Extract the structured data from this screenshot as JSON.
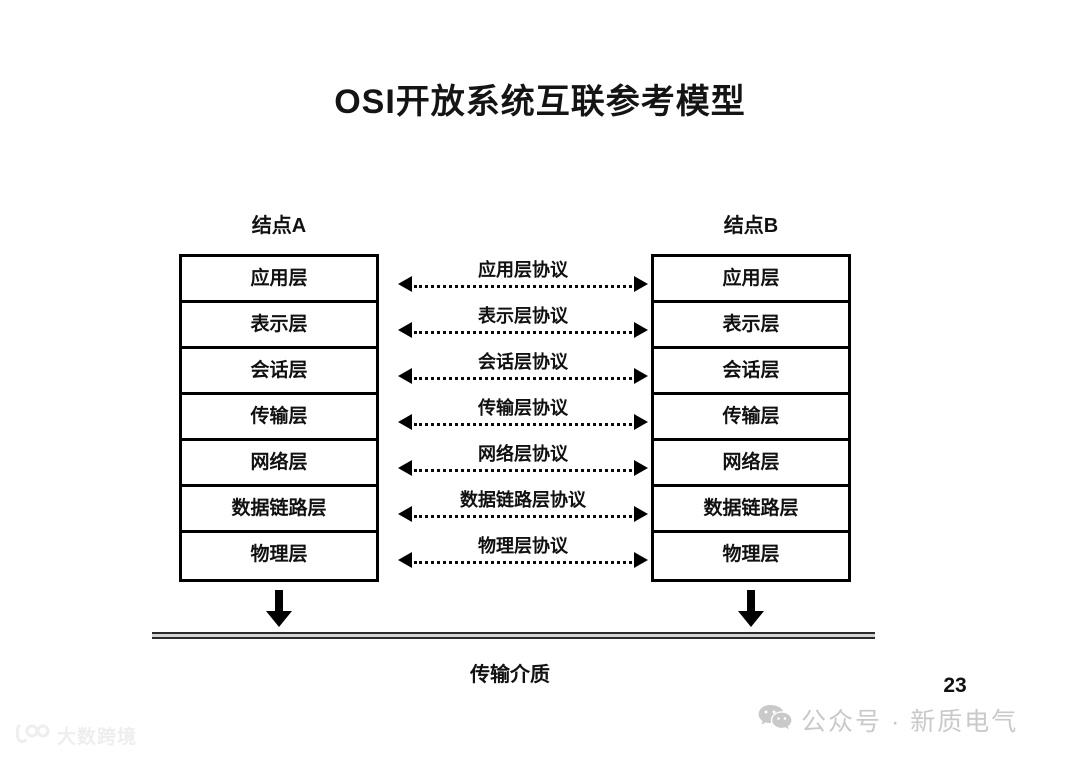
{
  "slide": {
    "title": "OSI开放系统互联参考模型",
    "page_number": "23",
    "background": "#ffffff",
    "ink_color": "#111111"
  },
  "nodes": {
    "left": {
      "caption": "结点A"
    },
    "right": {
      "caption": "结点B"
    }
  },
  "layers": [
    {
      "name": "应用层"
    },
    {
      "name": "表示层"
    },
    {
      "name": "会话层"
    },
    {
      "name": "传输层"
    },
    {
      "name": "网络层"
    },
    {
      "name": "数据链路层"
    },
    {
      "name": "物理层"
    }
  ],
  "protocols": [
    {
      "label": "应用层协议"
    },
    {
      "label": "表示层协议"
    },
    {
      "label": "会话层协议"
    },
    {
      "label": "传输层协议"
    },
    {
      "label": "网络层协议"
    },
    {
      "label": "数据链路层协议"
    },
    {
      "label": "物理层协议"
    }
  ],
  "medium": {
    "label": "传输介质"
  },
  "watermarks": {
    "wechat": {
      "text": "公众号 · 新质电气",
      "color": "#c9c9c9"
    },
    "brand": {
      "text": "大数跨境",
      "color": "#eeeeee"
    }
  }
}
